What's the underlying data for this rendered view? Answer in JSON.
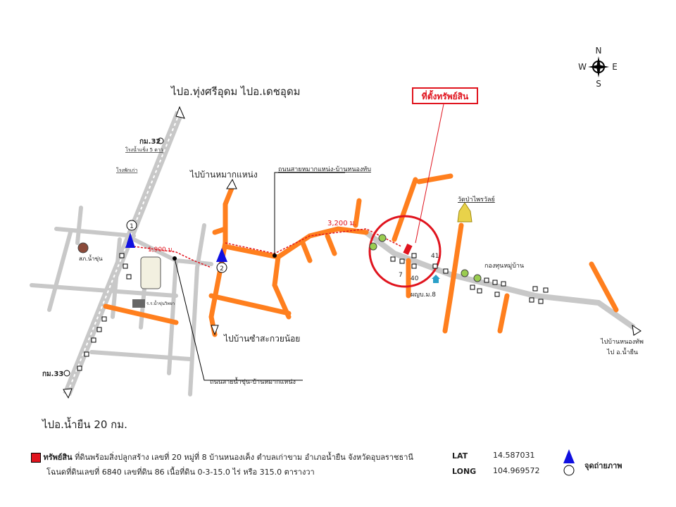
{
  "compass": {
    "n": "N",
    "s": "S",
    "e": "E",
    "w": "W"
  },
  "labels": {
    "to_north": "ไปอ.ทุ่งศรีอุดม  ไปอ.เดชอุดม",
    "property_location": "ที่ตั้งทรัพย์สิน",
    "to_mak_naeng": "ไปบ้านหมากแหน่ง",
    "road_mak_naeng_nong_thap": "ถนนสายหมากแหน่ง-บ้านหนองทับ",
    "dist_3200": "3,200 ม.",
    "dist_1900": "1,900 ม.",
    "km32": "กม.32",
    "km33": "กม.33",
    "ice_factory": "โรงน้ำแข็ง 5 ดาว",
    "old_station": "โรงพักเก่า",
    "police": "สภ.น้ำขุ่น",
    "school": "ร.ร.น้ำขุ่นวิทยา",
    "to_sam_sakuai": "ไปบ้านซำสะกวยน้อย",
    "road_nam_khun": "ถนนสายน้ำขุ่น-บ้านหมากแหน่ง",
    "to_nam_yuen": "ไปอ.น้ำยืน 20 กม.",
    "temple": "วัดป่าไพรวัลย์",
    "village_fund": "กองทุนหมู่บ้าน",
    "headman": "ผญบ.ม.8",
    "house_41": "41",
    "house_40": "40",
    "house_7": "7",
    "to_nong_thap": "ไปบ้านหนองทัพ",
    "to_nam_yuen2": "ไป อ.น้ำยืน",
    "marker_1": "1",
    "marker_2": "2"
  },
  "legend": {
    "property_title": "ทรัพย์สิน",
    "property_desc": "ที่ดินพร้อมสิ่งปลูกสร้าง เลขที่ 20 หมู่ที่ 8 บ้านหนองเค็ง ตำบลเก่าขาม อำเภอน้ำยืน จังหวัดอุบลราชธานี",
    "deed": "โฉนดที่ดินเลขที่  6840  เลขที่ดิน 86  เนื้อที่ดิน  0-3-15.0 ไร่ หรือ  315.0 ตารางวา",
    "lat_label": "LAT",
    "lat": "14.587031",
    "long_label": "LONG",
    "long": "104.969572",
    "photo_point": "จุดถ่ายภาพ"
  },
  "colors": {
    "main_road": "#c8c8c8",
    "local_road": "#ff7f1e",
    "route": "#e0141e",
    "marker": "#1010e0"
  }
}
